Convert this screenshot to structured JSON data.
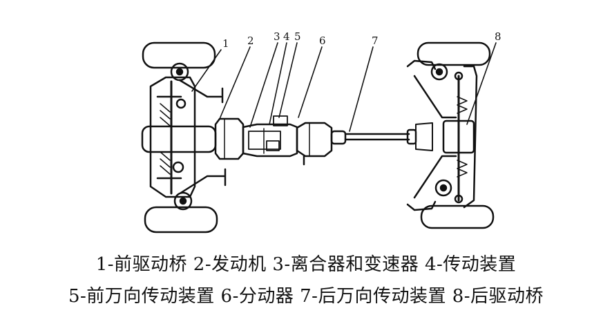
{
  "callouts": [
    "1",
    "2",
    "3",
    "4",
    "5",
    "6",
    "7",
    "8"
  ],
  "legend": {
    "line1": "1-前驱动桥 2-发动机 3-离合器和变速器 4-传动装置",
    "line2": "5-前万向传动装置 6-分动器 7-后万向传动装置 8-后驱动桥"
  }
}
